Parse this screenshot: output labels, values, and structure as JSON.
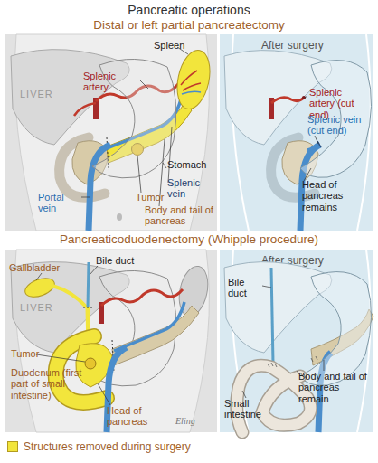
{
  "diagram": {
    "title": "Pancreatic operations",
    "nodes": [
      {
        "text": [
          "Distal or left partial pancreatectomy"
        ]
      },
      {
        "text": [
          "After surgery"
        ],
        "in": 0
      },
      {
        "text": [
          "Pancreaticoduodenectomy (Whipple procedure)"
        ]
      },
      {
        "text": [
          "After surgery"
        ],
        "in": 2
      }
    ],
    "labels": [
      "Splenic artery",
      "Spleen",
      "LIVER",
      "Stomach",
      "Splenic vein",
      "Portal vein",
      "Tumor",
      "Body and tail of pancreas",
      "Splenic artery (cut end)",
      "Splenic vein (cut end)",
      "Head of pancreas remains",
      "Gallbladder",
      "Bile duct",
      "LIVER",
      "Tumor",
      "Duodenum (first part of small intestine)",
      "Head of pancreas",
      "Eling",
      "Bile duct",
      "Body and tail of pancreas remain",
      "Small intestine"
    ],
    "legend": [
      {
        "text": "Structures removed during surgery",
        "color": "#f2e53c"
      }
    ]
  }
}
